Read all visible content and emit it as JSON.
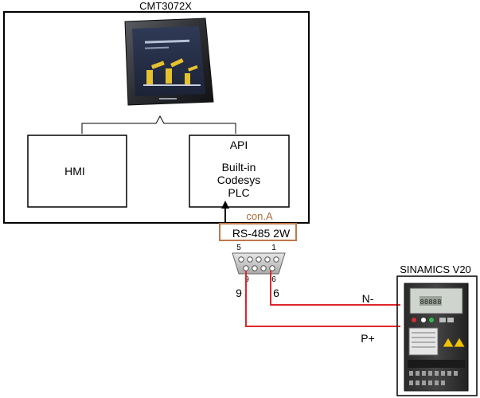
{
  "title": "CMT3072X",
  "hmi_label": "HMI",
  "api_box": {
    "title": "API",
    "line1": "Built-in",
    "line2": "Codesys",
    "line3": "PLC"
  },
  "connector": {
    "name": "con.A",
    "type": "RS-485 2W",
    "pin_top_left": "5",
    "pin_top_right": "1",
    "pin_bottom_left": "9",
    "pin_bottom_right": "6"
  },
  "wires": {
    "wire_left_label": "9",
    "wire_right_label": "6",
    "n_label": "N-",
    "p_label": "P+"
  },
  "drive_title": "SINAMICS V20",
  "drive_display": "88888",
  "colors": {
    "wire_red": "#e0262b",
    "connector_orange": "#c0784a",
    "connector_text": "#b06a3a"
  }
}
